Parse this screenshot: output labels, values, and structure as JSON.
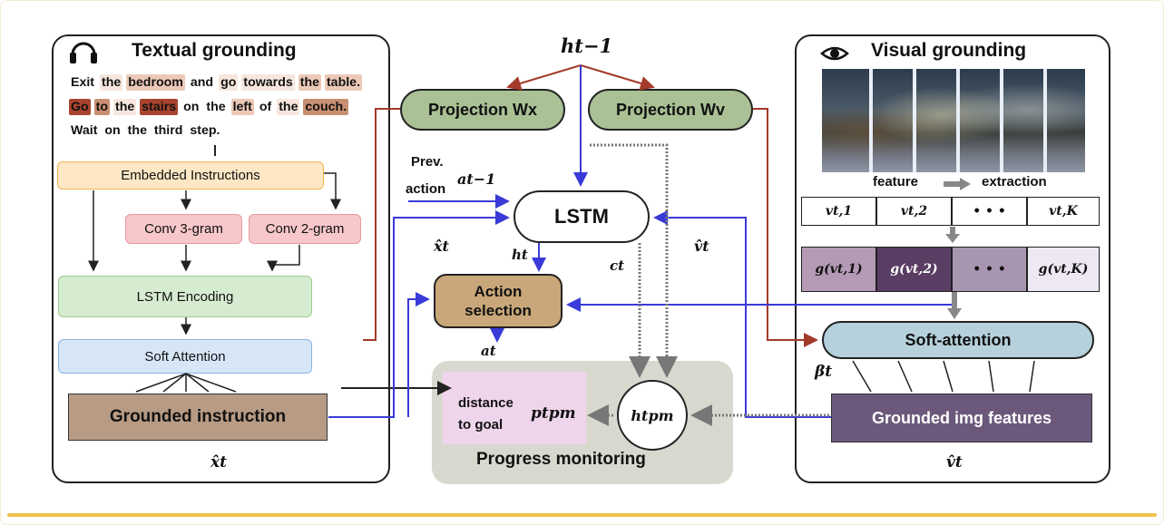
{
  "textual_panel": {
    "title": "Textual grounding",
    "icon": "headphones-icon",
    "instruction_words": [
      {
        "t": "Exit",
        "h": "none"
      },
      {
        "t": "the",
        "h": "faint"
      },
      {
        "t": "bedroom",
        "h": "light"
      },
      {
        "t": "and",
        "h": "none"
      },
      {
        "t": "go",
        "h": "faint"
      },
      {
        "t": "towards",
        "h": "faint"
      },
      {
        "t": "the",
        "h": "light"
      },
      {
        "t": "table.",
        "h": "light"
      },
      {
        "t": "Go",
        "h": "dark"
      },
      {
        "t": "to",
        "h": "mid"
      },
      {
        "t": "the",
        "h": "faint"
      },
      {
        "t": "stairs",
        "h": "dark"
      },
      {
        "t": "on",
        "h": "none"
      },
      {
        "t": "the",
        "h": "none"
      },
      {
        "t": "left",
        "h": "light"
      },
      {
        "t": "of",
        "h": "none"
      },
      {
        "t": "the",
        "h": "faint"
      },
      {
        "t": "couch.",
        "h": "mid"
      },
      {
        "t": "Wait",
        "h": "none"
      },
      {
        "t": "on",
        "h": "none"
      },
      {
        "t": "the",
        "h": "none"
      },
      {
        "t": "third",
        "h": "none"
      },
      {
        "t": "step.",
        "h": "none"
      }
    ],
    "embedded_instructions": "Embedded Instructions",
    "conv3": "Conv 3-gram",
    "conv2": "Conv 2-gram",
    "lstm_encoding": "LSTM Encoding",
    "soft_attention": "Soft Attention",
    "grounded_instruction": "Grounded instruction",
    "footer_symbol": "x̂t"
  },
  "center": {
    "h_prev": "ht−1",
    "proj_x": "Projection Wx",
    "proj_v": "Projection Wv",
    "prev_action_line1": "Prev.",
    "prev_action_line2": "action",
    "a_prev": "at−1",
    "lstm": "LSTM",
    "x_hat": "x̂t",
    "v_hat": "v̂t",
    "h_t": "ht",
    "c_t": "ct",
    "action_selection_line1": "Action",
    "action_selection_line2": "selection",
    "a_t": "at",
    "distance_line1": "distance",
    "distance_line2": "to goal",
    "p_pm": "ptpm",
    "h_pm": "htpm",
    "progress_monitoring": "Progress monitoring"
  },
  "visual_panel": {
    "title": "Visual grounding",
    "icon": "eye-icon",
    "feature_label": "feature",
    "extraction_label": "extraction",
    "feature_cells": [
      "vt,1",
      "vt,2",
      "• • •",
      "vt,K"
    ],
    "attn_cells": [
      "g(vt,1)",
      "g(vt,2)",
      "• • •",
      "g(vt,K)"
    ],
    "soft_attention": "Soft-attention",
    "beta": "βt",
    "grounded_img": "Grounded img features",
    "footer_symbol": "v̂t"
  },
  "colors": {
    "red_arrow": "#a33a2a",
    "blue_arrow": "#3a3ad8",
    "embedded": "#fde7c4",
    "conv": "#f7c7c9",
    "lstm_enc": "#d6ecd0",
    "soft_att": "#d6e6f7",
    "grounded": "#b89b84",
    "projection": "#a9c195",
    "action": "#c9a77a",
    "progress_bg": "#d9d8cf",
    "distance_bg": "#eed5ec",
    "visual_softatt": "#b6d1dc",
    "grounded_img": "#6b587a",
    "attn_cells": [
      "#b49ab4",
      "#5a3d63",
      "#a895b0",
      "#eee8f5"
    ]
  }
}
